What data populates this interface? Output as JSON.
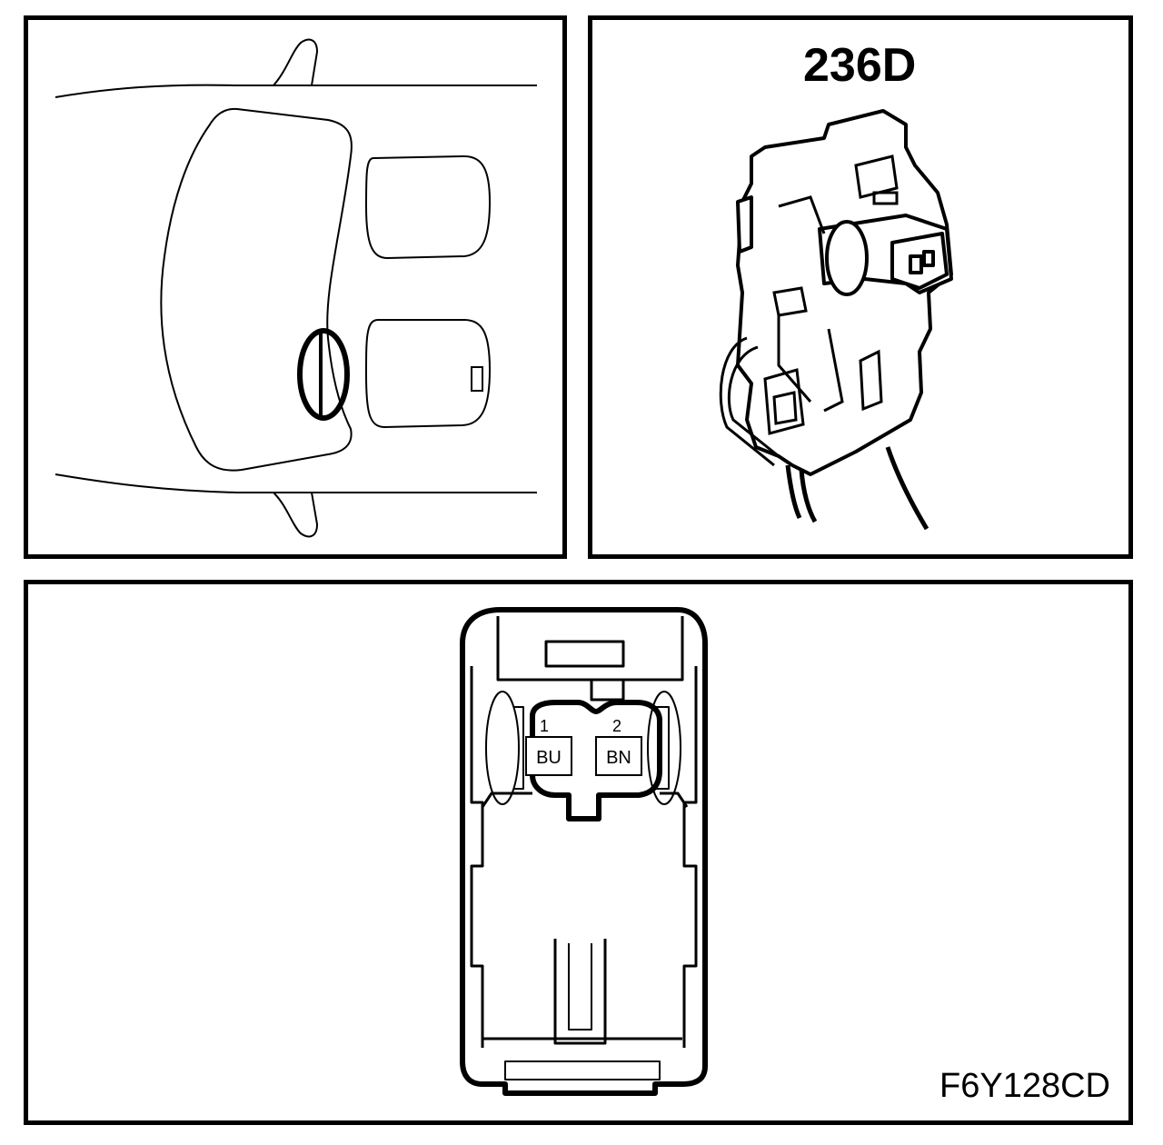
{
  "connector": {
    "id": "236D",
    "pins": [
      {
        "number": "1",
        "wire_color": "BU"
      },
      {
        "number": "2",
        "wire_color": "BN"
      }
    ]
  },
  "figure_code": "F6Y128CD",
  "icons": {
    "car": "car-top-view-icon",
    "connector_3d": "connector-3d-icon",
    "connector_face": "connector-face-icon"
  }
}
